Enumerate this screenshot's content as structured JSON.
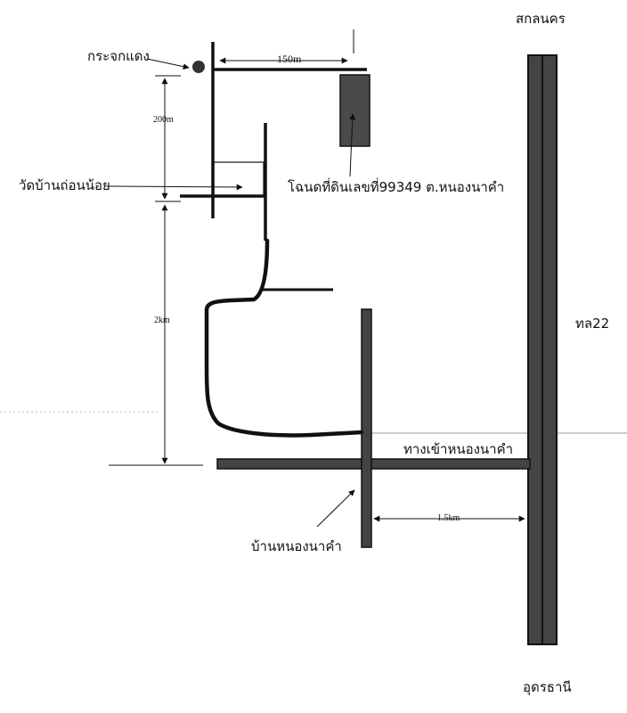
{
  "places": {
    "north_destination": "สกลนคร",
    "south_destination": "อุดรธานี",
    "highway": "ทล22",
    "landmark_red_mirror": "กระจกแดง",
    "temple": "วัดบ้านถ่อนน้อย",
    "land_parcel": "โฉนดที่ดินเลขที่99349 ต.หนองนาคำ",
    "entrance_road": "ทางเข้าหนองนาคำ",
    "village": "บ้านหนองนาคำ"
  },
  "distances": {
    "to_parcel": "150m",
    "mirror_to_temple": "200m",
    "temple_to_entrance": "2km",
    "village_to_highway": "1.5km"
  },
  "colors": {
    "road": "#111111",
    "highway_fill": "#444444",
    "parcel_fill": "#4a4a4a"
  }
}
